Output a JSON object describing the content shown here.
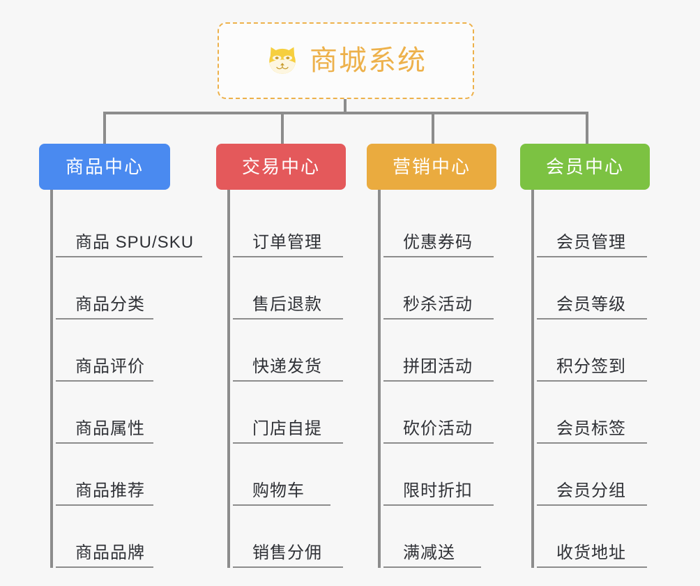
{
  "root": {
    "title": "商城系统",
    "icon": "shiba-dog-icon",
    "accent_color": "#edb14b",
    "card_background": "#fcfcfc",
    "border_style": "dashed"
  },
  "canvas": {
    "background_color": "#f7f7f7",
    "connector_color": "#8c8c8c"
  },
  "branches": [
    {
      "label": "商品中心",
      "color": "#4a8af0",
      "items": [
        {
          "label": "商品 SPU/SKU"
        },
        {
          "label": "商品分类"
        },
        {
          "label": "商品评价"
        },
        {
          "label": "商品属性"
        },
        {
          "label": "商品推荐"
        },
        {
          "label": "商品品牌"
        }
      ]
    },
    {
      "label": "交易中心",
      "color": "#e4595b",
      "items": [
        {
          "label": "订单管理"
        },
        {
          "label": "售后退款"
        },
        {
          "label": "快递发货"
        },
        {
          "label": "门店自提"
        },
        {
          "label": "购物车"
        },
        {
          "label": "销售分佣"
        }
      ]
    },
    {
      "label": "营销中心",
      "color": "#eaab3f",
      "items": [
        {
          "label": "优惠券码"
        },
        {
          "label": "秒杀活动"
        },
        {
          "label": "拼团活动"
        },
        {
          "label": "砍价活动"
        },
        {
          "label": "限时折扣"
        },
        {
          "label": "满减送"
        }
      ]
    },
    {
      "label": "会员中心",
      "color": "#7cc242",
      "items": [
        {
          "label": "会员管理"
        },
        {
          "label": "会员等级"
        },
        {
          "label": "积分签到"
        },
        {
          "label": "会员标签"
        },
        {
          "label": "会员分组"
        },
        {
          "label": "收货地址"
        }
      ]
    }
  ]
}
